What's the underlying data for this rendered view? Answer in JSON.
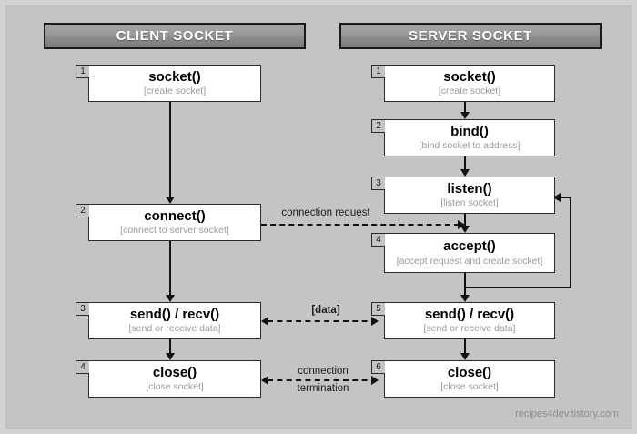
{
  "diagram": {
    "watermark": "recipes4dev.tistory.com",
    "columns": {
      "client": {
        "header": "CLIENT SOCKET"
      },
      "server": {
        "header": "SERVER SOCKET"
      }
    },
    "client_steps": [
      {
        "num": "1",
        "title": "socket()",
        "subtitle": "[create socket]"
      },
      {
        "num": "2",
        "title": "connect()",
        "subtitle": "[connect to server socket]"
      },
      {
        "num": "3",
        "title": "send() / recv()",
        "subtitle": "[send or receive data]"
      },
      {
        "num": "4",
        "title": "close()",
        "subtitle": "[close socket]"
      }
    ],
    "server_steps": [
      {
        "num": "1",
        "title": "socket()",
        "subtitle": "[create socket]"
      },
      {
        "num": "2",
        "title": "bind()",
        "subtitle": "[bind socket to address]"
      },
      {
        "num": "3",
        "title": "listen()",
        "subtitle": "[listen socket]"
      },
      {
        "num": "4",
        "title": "accept()",
        "subtitle": "[accept request and create socket]"
      },
      {
        "num": "5",
        "title": "send() / recv()",
        "subtitle": "[send or receive data]"
      },
      {
        "num": "6",
        "title": "close()",
        "subtitle": "[close socket]"
      }
    ],
    "edges": [
      {
        "id": "connection-request",
        "label": "connection request",
        "style": "dashed",
        "direction": "client-to-server"
      },
      {
        "id": "data-exchange",
        "label": "[data]",
        "style": "dashed",
        "direction": "bidirectional"
      },
      {
        "id": "connection-termination",
        "label_line1": "connection",
        "label_line2": "termination",
        "style": "dashed",
        "direction": "bidirectional"
      }
    ],
    "colors": {
      "canvas": "#c4c4c4",
      "frame": "#d2d2d2",
      "header_text": "#ffffff",
      "node_fill": "#ffffff",
      "node_border": "#2b2b2b",
      "line": "#111111",
      "subtitle_text": "#9a9a9a",
      "watermark_text": "#8d8d8d"
    }
  }
}
